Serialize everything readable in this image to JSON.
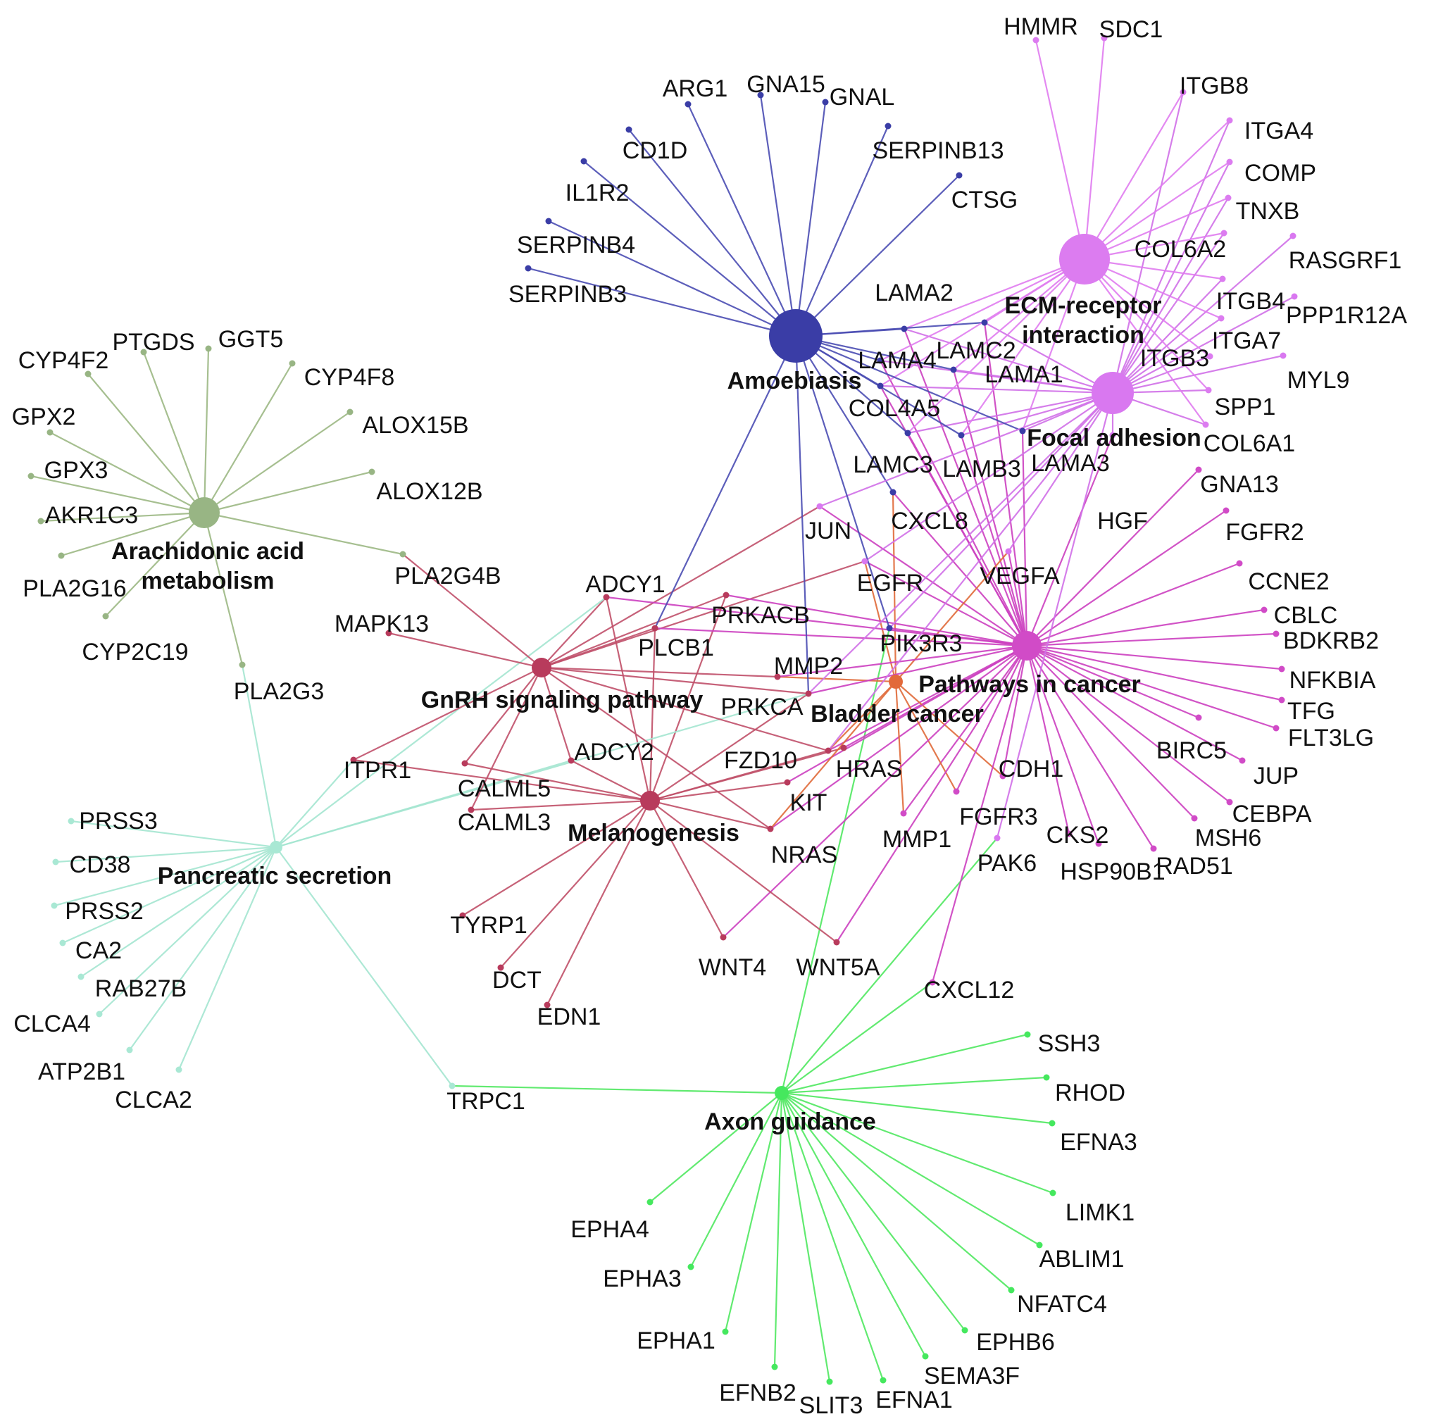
{
  "hubs": [
    {
      "id": "amoebiasis",
      "lines": [
        "Amoebiasis"
      ],
      "color": "#3a3da6",
      "edge_color": "#4a4db2"
    },
    {
      "id": "ecm",
      "lines": [
        "ECM-receptor",
        "interaction"
      ],
      "color": "#dc7cf0",
      "edge_color": "#e07cf0"
    },
    {
      "id": "focal",
      "lines": [
        "Focal adhesion"
      ],
      "color": "#d978f0",
      "edge_color": "#d070e8"
    },
    {
      "id": "cancer",
      "lines": [
        "Pathways in cancer"
      ],
      "color": "#d14bc7",
      "edge_color": "#cc40c0"
    },
    {
      "id": "bladder",
      "lines": [
        "Bladder cancer"
      ],
      "color": "#e2693a",
      "edge_color": "#e06a3a"
    },
    {
      "id": "gnrh",
      "lines": [
        "GnRH signaling pathway"
      ],
      "color": "#b83b5c",
      "edge_color": "#c0506a"
    },
    {
      "id": "melano",
      "lines": [
        "Melanogenesis"
      ],
      "color": "#b83b5c",
      "edge_color": "#c05068"
    },
    {
      "id": "arach",
      "lines": [
        "Arachidonic acid",
        "metabolism"
      ],
      "color": "#98b584",
      "edge_color": "#9cb884"
    },
    {
      "id": "pancreatic",
      "lines": [
        "Pancreatic secretion"
      ],
      "color": "#a9e8d4",
      "edge_color": "#a4e6d0"
    },
    {
      "id": "axon",
      "lines": [
        "Axon guidance"
      ],
      "color": "#45e85e",
      "edge_color": "#50e860"
    }
  ],
  "genes": [
    {
      "id": "HMMR",
      "label": "HMMR",
      "hubs": [
        "ecm"
      ]
    },
    {
      "id": "SDC1",
      "label": "SDC1",
      "hubs": [
        "ecm"
      ]
    },
    {
      "id": "ITGB8",
      "label": "ITGB8",
      "hubs": [
        "ecm",
        "focal"
      ]
    },
    {
      "id": "ITGA4",
      "label": "ITGA4",
      "hubs": [
        "ecm",
        "focal"
      ]
    },
    {
      "id": "COMP",
      "label": "COMP",
      "hubs": [
        "ecm",
        "focal"
      ]
    },
    {
      "id": "TNXB",
      "label": "TNXB",
      "hubs": [
        "ecm",
        "focal"
      ]
    },
    {
      "id": "COL6A2",
      "label": "COL6A2",
      "hubs": [
        "ecm",
        "focal"
      ]
    },
    {
      "id": "RASGRF1",
      "label": "RASGRF1",
      "hubs": [
        "focal"
      ]
    },
    {
      "id": "ITGB4",
      "label": "ITGB4",
      "hubs": [
        "ecm",
        "focal"
      ]
    },
    {
      "id": "PPP1R12A",
      "label": "PPP1R12A",
      "hubs": [
        "focal"
      ]
    },
    {
      "id": "ITGA7",
      "label": "ITGA7",
      "hubs": [
        "ecm",
        "focal"
      ]
    },
    {
      "id": "ITGB3",
      "label": "ITGB3",
      "hubs": [
        "ecm",
        "focal"
      ]
    },
    {
      "id": "MYL9",
      "label": "MYL9",
      "hubs": [
        "focal"
      ]
    },
    {
      "id": "SPP1",
      "label": "SPP1",
      "hubs": [
        "ecm",
        "focal"
      ]
    },
    {
      "id": "COL6A1",
      "label": "COL6A1",
      "hubs": [
        "ecm",
        "focal"
      ]
    },
    {
      "id": "ARG1",
      "label": "ARG1",
      "hubs": [
        "amoebiasis"
      ]
    },
    {
      "id": "GNA15",
      "label": "GNA15",
      "hubs": [
        "amoebiasis"
      ]
    },
    {
      "id": "GNAL",
      "label": "GNAL",
      "hubs": [
        "amoebiasis"
      ]
    },
    {
      "id": "CD1D",
      "label": "CD1D",
      "hubs": [
        "amoebiasis"
      ]
    },
    {
      "id": "SERPINB13",
      "label": "SERPINB13",
      "hubs": [
        "amoebiasis"
      ]
    },
    {
      "id": "IL1R2",
      "label": "IL1R2",
      "hubs": [
        "amoebiasis"
      ]
    },
    {
      "id": "CTSG",
      "label": "CTSG",
      "hubs": [
        "amoebiasis"
      ]
    },
    {
      "id": "SERPINB4",
      "label": "SERPINB4",
      "hubs": [
        "amoebiasis"
      ]
    },
    {
      "id": "SERPINB3",
      "label": "SERPINB3",
      "hubs": [
        "amoebiasis"
      ]
    },
    {
      "id": "LAMA2",
      "label": "LAMA2",
      "hubs": [
        "amoebiasis",
        "ecm",
        "focal",
        "cancer"
      ]
    },
    {
      "id": "LAMA4",
      "label": "LAMA4",
      "hubs": [
        "amoebiasis",
        "ecm",
        "focal",
        "cancer"
      ]
    },
    {
      "id": "LAMC2",
      "label": "LAMC2",
      "hubs": [
        "amoebiasis",
        "ecm",
        "focal",
        "cancer"
      ]
    },
    {
      "id": "LAMA1",
      "label": "LAMA1",
      "hubs": [
        "amoebiasis",
        "ecm",
        "focal",
        "cancer"
      ]
    },
    {
      "id": "COL4A5",
      "label": "COL4A5",
      "hubs": [
        "amoebiasis",
        "ecm",
        "focal",
        "cancer"
      ]
    },
    {
      "id": "LAMC3",
      "label": "LAMC3",
      "hubs": [
        "amoebiasis",
        "ecm",
        "focal",
        "cancer"
      ]
    },
    {
      "id": "LAMB3",
      "label": "LAMB3",
      "hubs": [
        "amoebiasis",
        "ecm",
        "focal",
        "cancer"
      ]
    },
    {
      "id": "LAMA3",
      "label": "LAMA3",
      "hubs": [
        "amoebiasis",
        "ecm",
        "focal",
        "cancer"
      ]
    },
    {
      "id": "CXCL8",
      "label": "CXCL8",
      "hubs": [
        "amoebiasis",
        "bladder",
        "cancer"
      ]
    },
    {
      "id": "HGF",
      "label": "HGF",
      "hubs": [
        "focal",
        "cancer"
      ]
    },
    {
      "id": "GNA13",
      "label": "GNA13",
      "hubs": [
        "cancer"
      ]
    },
    {
      "id": "FGFR2",
      "label": "FGFR2",
      "hubs": [
        "cancer"
      ]
    },
    {
      "id": "CCNE2",
      "label": "CCNE2",
      "hubs": [
        "cancer"
      ]
    },
    {
      "id": "CBLC",
      "label": "CBLC",
      "hubs": [
        "cancer"
      ]
    },
    {
      "id": "BDKRB2",
      "label": "BDKRB2",
      "hubs": [
        "cancer"
      ]
    },
    {
      "id": "NFKBIA",
      "label": "NFKBIA",
      "hubs": [
        "cancer"
      ]
    },
    {
      "id": "TFG",
      "label": "TFG",
      "hubs": [
        "cancer"
      ]
    },
    {
      "id": "FLT3LG",
      "label": "FLT3LG",
      "hubs": [
        "cancer"
      ]
    },
    {
      "id": "BIRC5",
      "label": "BIRC5",
      "hubs": [
        "cancer"
      ]
    },
    {
      "id": "JUP",
      "label": "JUP",
      "hubs": [
        "cancer"
      ]
    },
    {
      "id": "CEBPA",
      "label": "CEBPA",
      "hubs": [
        "cancer"
      ]
    },
    {
      "id": "MSH6",
      "label": "MSH6",
      "hubs": [
        "cancer"
      ]
    },
    {
      "id": "RAD51",
      "label": "RAD51",
      "hubs": [
        "cancer"
      ]
    },
    {
      "id": "HSP90B1",
      "label": "HSP90B1",
      "hubs": [
        "cancer"
      ]
    },
    {
      "id": "CKS2",
      "label": "CKS2",
      "hubs": [
        "cancer"
      ]
    },
    {
      "id": "PAK6",
      "label": "PAK6",
      "hubs": [
        "focal",
        "axon"
      ]
    },
    {
      "id": "JUN",
      "label": "JUN",
      "hubs": [
        "focal",
        "cancer",
        "gnrh"
      ]
    },
    {
      "id": "EGFR",
      "label": "EGFR",
      "hubs": [
        "focal",
        "cancer",
        "bladder",
        "gnrh"
      ]
    },
    {
      "id": "VEGFA",
      "label": "VEGFA",
      "hubs": [
        "focal",
        "cancer",
        "bladder"
      ]
    },
    {
      "id": "ADCY1",
      "label": "ADCY1",
      "hubs": [
        "gnrh",
        "melano",
        "pancreatic",
        "cancer"
      ]
    },
    {
      "id": "PRKACB",
      "label": "PRKACB",
      "hubs": [
        "gnrh",
        "melano",
        "cancer"
      ]
    },
    {
      "id": "PLCB1",
      "label": "PLCB1",
      "hubs": [
        "gnrh",
        "melano",
        "amoebiasis",
        "cancer"
      ]
    },
    {
      "id": "PIK3R3",
      "label": "PIK3R3",
      "hubs": [
        "amoebiasis",
        "focal",
        "cancer",
        "axon"
      ]
    },
    {
      "id": "MMP2",
      "label": "MMP2",
      "hubs": [
        "gnrh",
        "bladder",
        "cancer"
      ]
    },
    {
      "id": "PRKCA",
      "label": "PRKCA",
      "hubs": [
        "gnrh",
        "melano",
        "amoebiasis",
        "focal",
        "cancer",
        "pancreatic"
      ]
    },
    {
      "id": "MAPK13",
      "label": "MAPK13",
      "hubs": [
        "gnrh"
      ]
    },
    {
      "id": "PLA2G4B",
      "label": "PLA2G4B",
      "hubs": [
        "arach",
        "gnrh"
      ]
    },
    {
      "id": "FZD10",
      "label": "FZD10",
      "hubs": [
        "melano",
        "cancer"
      ]
    },
    {
      "id": "HRAS",
      "label": "HRAS",
      "hubs": [
        "gnrh",
        "melano",
        "cancer",
        "bladder",
        "focal"
      ]
    },
    {
      "id": "CDH1",
      "label": "CDH1",
      "hubs": [
        "cancer",
        "bladder"
      ]
    },
    {
      "id": "KIT",
      "label": "KIT",
      "hubs": [
        "melano",
        "cancer"
      ]
    },
    {
      "id": "NRAS",
      "label": "NRAS",
      "hubs": [
        "gnrh",
        "melano",
        "cancer",
        "bladder"
      ]
    },
    {
      "id": "MMP1",
      "label": "MMP1",
      "hubs": [
        "cancer",
        "bladder"
      ]
    },
    {
      "id": "FGFR3",
      "label": "FGFR3",
      "hubs": [
        "cancer",
        "bladder"
      ]
    },
    {
      "id": "ITPR1",
      "label": "ITPR1",
      "hubs": [
        "gnrh",
        "melano",
        "pancreatic"
      ]
    },
    {
      "id": "ADCY2",
      "label": "ADCY2",
      "hubs": [
        "gnrh",
        "melano",
        "pancreatic"
      ]
    },
    {
      "id": "CALML5",
      "label": "CALML5",
      "hubs": [
        "gnrh",
        "melano"
      ]
    },
    {
      "id": "CALML3",
      "label": "CALML3",
      "hubs": [
        "gnrh",
        "melano"
      ]
    },
    {
      "id": "TYRP1",
      "label": "TYRP1",
      "hubs": [
        "melano"
      ]
    },
    {
      "id": "DCT",
      "label": "DCT",
      "hubs": [
        "melano"
      ]
    },
    {
      "id": "EDN1",
      "label": "EDN1",
      "hubs": [
        "melano"
      ]
    },
    {
      "id": "WNT4",
      "label": "WNT4",
      "hubs": [
        "melano",
        "cancer"
      ]
    },
    {
      "id": "WNT5A",
      "label": "WNT5A",
      "hubs": [
        "melano",
        "cancer"
      ]
    },
    {
      "id": "CXCL12",
      "label": "CXCL12",
      "hubs": [
        "cancer",
        "axon"
      ]
    },
    {
      "id": "CYP4F2",
      "label": "CYP4F2",
      "hubs": [
        "arach"
      ]
    },
    {
      "id": "PTGDS",
      "label": "PTGDS",
      "hubs": [
        "arach"
      ]
    },
    {
      "id": "GGT5",
      "label": "GGT5",
      "hubs": [
        "arach"
      ]
    },
    {
      "id": "CYP4F8",
      "label": "CYP4F8",
      "hubs": [
        "arach"
      ]
    },
    {
      "id": "GPX2",
      "label": "GPX2",
      "hubs": [
        "arach"
      ]
    },
    {
      "id": "ALOX15B",
      "label": "ALOX15B",
      "hubs": [
        "arach"
      ]
    },
    {
      "id": "GPX3",
      "label": "GPX3",
      "hubs": [
        "arach"
      ]
    },
    {
      "id": "ALOX12B",
      "label": "ALOX12B",
      "hubs": [
        "arach"
      ]
    },
    {
      "id": "AKR1C3",
      "label": "AKR1C3",
      "hubs": [
        "arach"
      ]
    },
    {
      "id": "PLA2G16",
      "label": "PLA2G16",
      "hubs": [
        "arach"
      ]
    },
    {
      "id": "CYP2C19",
      "label": "CYP2C19",
      "hubs": [
        "arach"
      ]
    },
    {
      "id": "PLA2G3",
      "label": "PLA2G3",
      "hubs": [
        "arach",
        "pancreatic"
      ]
    },
    {
      "id": "PRSS3",
      "label": "PRSS3",
      "hubs": [
        "pancreatic"
      ]
    },
    {
      "id": "CD38",
      "label": "CD38",
      "hubs": [
        "pancreatic"
      ]
    },
    {
      "id": "PRSS2",
      "label": "PRSS2",
      "hubs": [
        "pancreatic"
      ]
    },
    {
      "id": "CA2",
      "label": "CA2",
      "hubs": [
        "pancreatic"
      ]
    },
    {
      "id": "RAB27B",
      "label": "RAB27B",
      "hubs": [
        "pancreatic"
      ]
    },
    {
      "id": "CLCA4",
      "label": "CLCA4",
      "hubs": [
        "pancreatic"
      ]
    },
    {
      "id": "ATP2B1",
      "label": "ATP2B1",
      "hubs": [
        "pancreatic"
      ]
    },
    {
      "id": "CLCA2",
      "label": "CLCA2",
      "hubs": [
        "pancreatic"
      ]
    },
    {
      "id": "TRPC1",
      "label": "TRPC1",
      "hubs": [
        "pancreatic",
        "axon"
      ]
    },
    {
      "id": "SSH3",
      "label": "SSH3",
      "hubs": [
        "axon"
      ]
    },
    {
      "id": "RHOD",
      "label": "RHOD",
      "hubs": [
        "axon"
      ]
    },
    {
      "id": "EFNA3",
      "label": "EFNA3",
      "hubs": [
        "axon"
      ]
    },
    {
      "id": "LIMK1",
      "label": "LIMK1",
      "hubs": [
        "axon"
      ]
    },
    {
      "id": "ABLIM1",
      "label": "ABLIM1",
      "hubs": [
        "axon"
      ]
    },
    {
      "id": "NFATC4",
      "label": "NFATC4",
      "hubs": [
        "axon"
      ]
    },
    {
      "id": "EPHB6",
      "label": "EPHB6",
      "hubs": [
        "axon"
      ]
    },
    {
      "id": "SEMA3F",
      "label": "SEMA3F",
      "hubs": [
        "axon"
      ]
    },
    {
      "id": "EFNA1",
      "label": "EFNA1",
      "hubs": [
        "axon"
      ]
    },
    {
      "id": "SLIT3",
      "label": "SLIT3",
      "hubs": [
        "axon"
      ]
    },
    {
      "id": "EFNB2",
      "label": "EFNB2",
      "hubs": [
        "axon"
      ]
    },
    {
      "id": "EPHA1",
      "label": "EPHA1",
      "hubs": [
        "axon"
      ]
    },
    {
      "id": "EPHA3",
      "label": "EPHA3",
      "hubs": [
        "axon"
      ]
    },
    {
      "id": "EPHA4",
      "label": "EPHA4",
      "hubs": [
        "axon"
      ]
    }
  ]
}
